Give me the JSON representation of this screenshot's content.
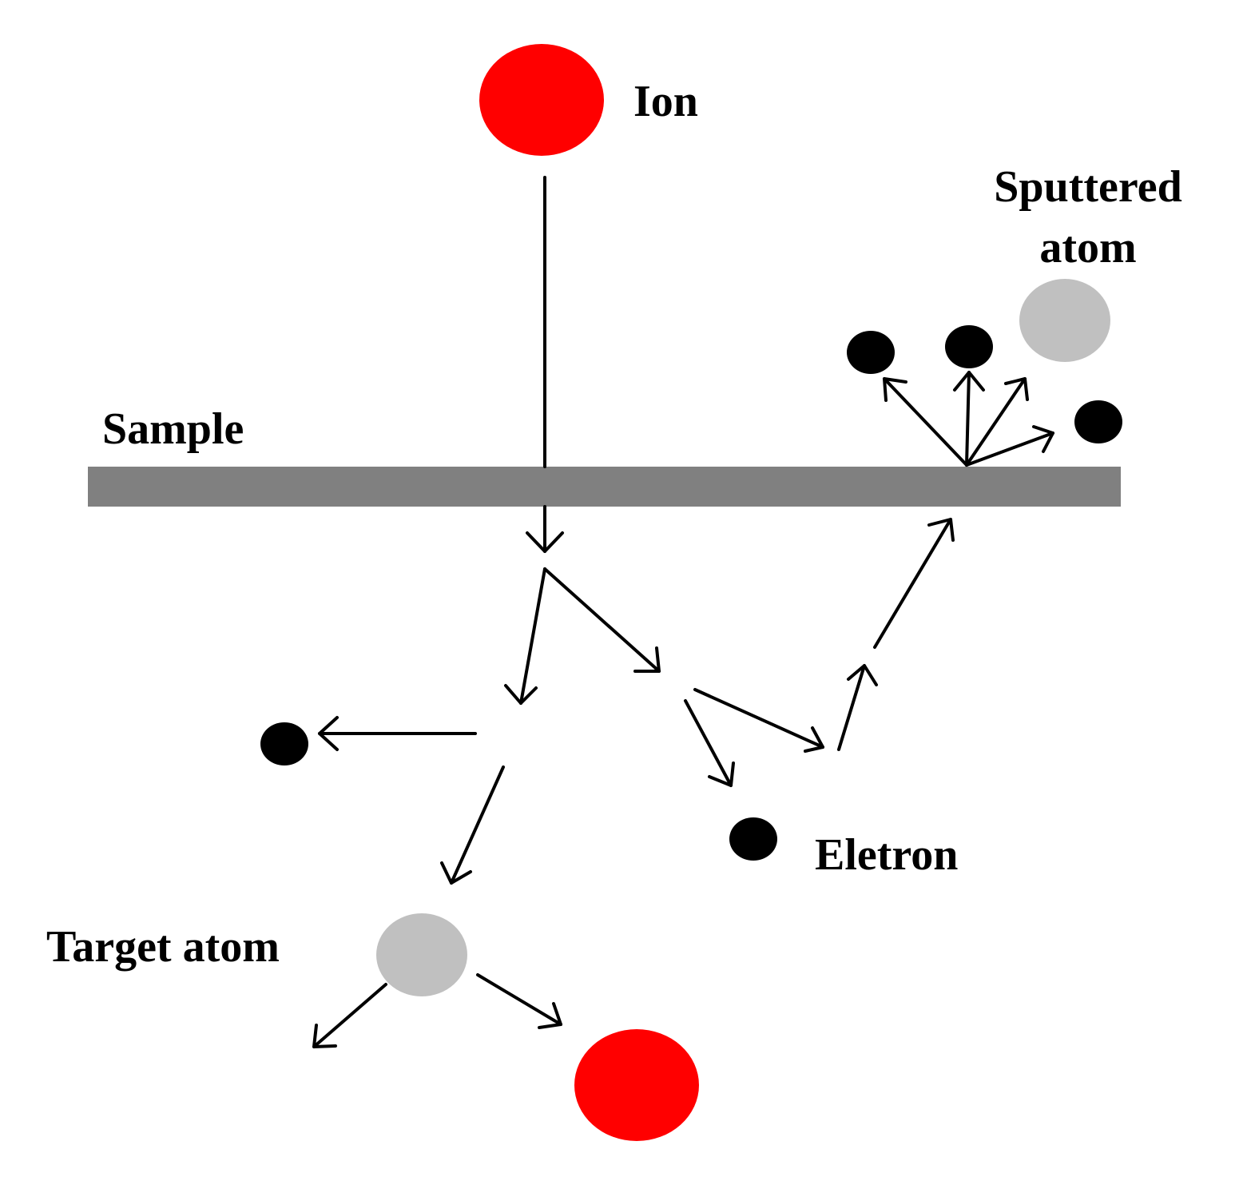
{
  "labels": {
    "ion": "Ion",
    "sputtered_line1": "Sputtered",
    "sputtered_line2": "atom",
    "sample": "Sample",
    "eletron": "Eletron",
    "target_atom": "Target atom"
  },
  "colors": {
    "ion": "#ff0000",
    "atom": "#c0c0c0",
    "electron": "#000000",
    "sample_bar": "#808080",
    "arrow": "#000000",
    "text": "#000000"
  }
}
